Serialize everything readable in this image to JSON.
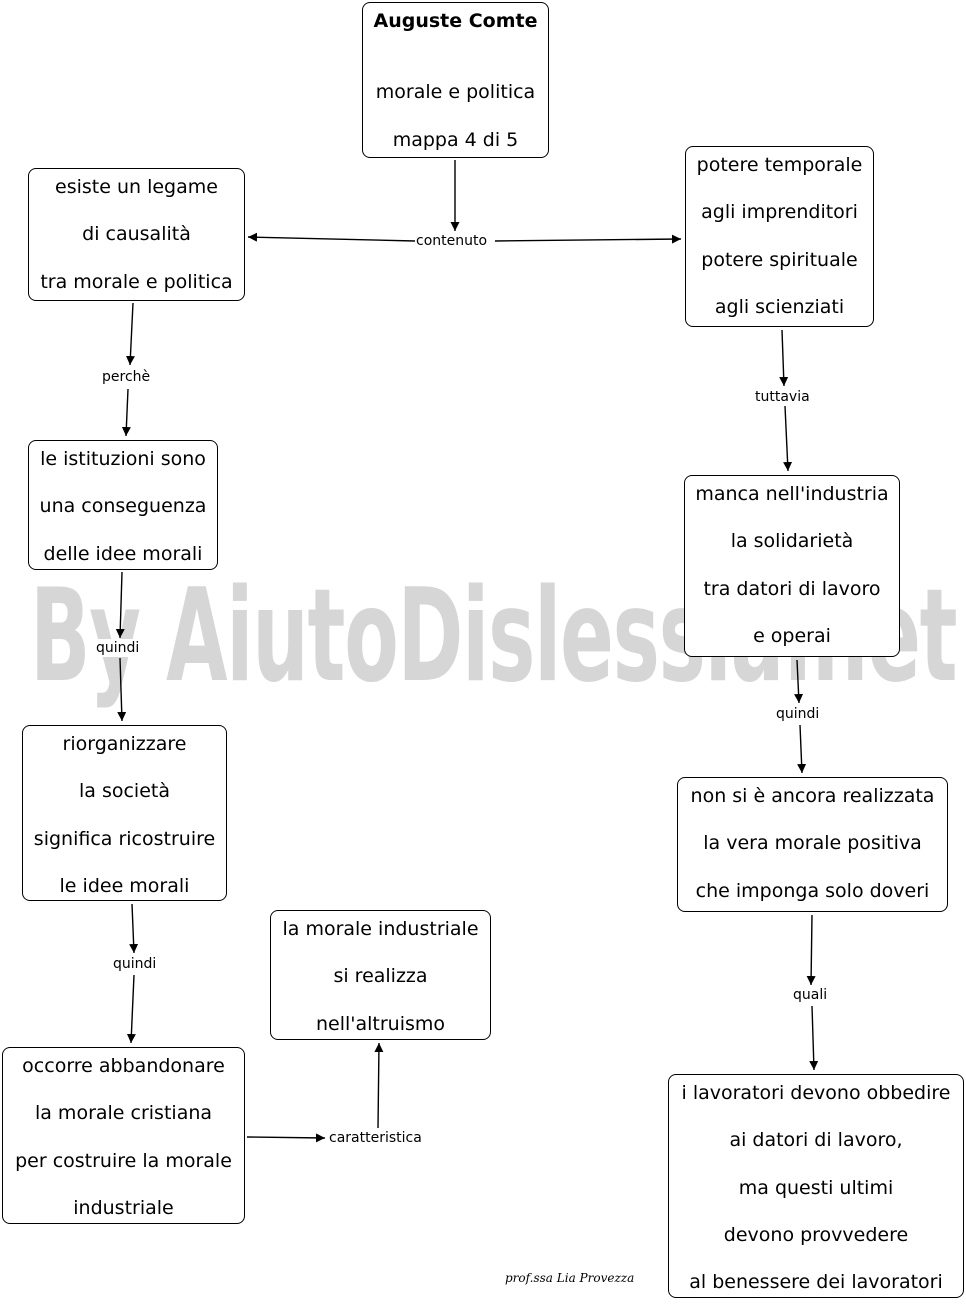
{
  "nodes": {
    "title": {
      "lines": [
        "Auguste Comte",
        "",
        "morale e politica",
        "mappa 4 di 5"
      ]
    },
    "causality": {
      "lines": [
        "esiste un legame",
        "di causalità",
        "tra morale e politica"
      ]
    },
    "powers": {
      "lines": [
        "potere temporale",
        "agli imprenditori",
        "potere spirituale",
        "agli scienziati"
      ]
    },
    "institutions": {
      "lines": [
        "le istituzioni sono",
        "una conseguenza",
        "delle idee morali"
      ]
    },
    "solidarity": {
      "lines": [
        "manca nell'industria",
        "la solidarietà",
        "tra datori di lavoro",
        "e operai"
      ]
    },
    "reorganize": {
      "lines": [
        "riorganizzare",
        "la società",
        "significa ricostruire",
        "le idee morali"
      ]
    },
    "positive_morals": {
      "lines": [
        "non si è ancora realizzata",
        "la vera morale positiva",
        "che imponga solo doveri"
      ]
    },
    "altruism": {
      "lines": [
        "la morale industriale",
        "si realizza",
        "nell'altruismo"
      ]
    },
    "abandon": {
      "lines": [
        "occorre abbandonare",
        "la morale cristiana",
        "per costruire la morale",
        "industriale"
      ]
    },
    "workers": {
      "lines": [
        "i lavoratori devono obbedire",
        "ai datori di lavoro,",
        "ma questi ultimi",
        "devono provvedere",
        "al benessere dei lavoratori"
      ]
    }
  },
  "edge_labels": {
    "contenuto": "contenuto",
    "perche": "perchè",
    "tuttavia": "tuttavia",
    "quindi_1": "quindi",
    "quindi_2": "quindi",
    "quindi_3": "quindi",
    "quali": "quali",
    "caratteristica": "caratteristica"
  },
  "watermark": "By AiutoDislessia.net",
  "credit": "prof.ssa Lia Provezza"
}
